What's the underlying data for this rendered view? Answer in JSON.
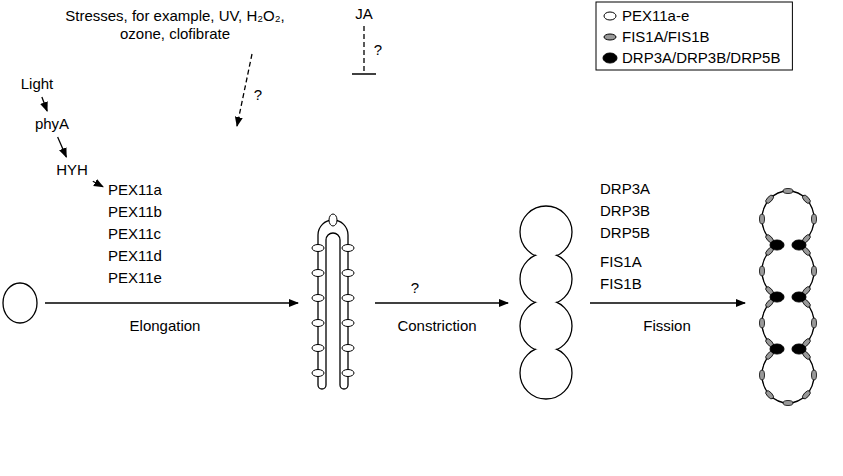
{
  "diagram": {
    "nodes": [
      {
        "text": [
          "Stresses, for example, UV, H₂O₂, ozone, clofibrate"
        ]
      },
      {
        "text": [
          "JA"
        ]
      },
      {
        "text": [
          "Light"
        ]
      },
      {
        "text": [
          "phyA"
        ]
      },
      {
        "text": [
          "HYH"
        ]
      },
      {
        "text": [
          "PEX11a",
          "PEX11b",
          "PEX11c",
          "PEX11d",
          "PEX11e"
        ]
      }
    ],
    "edges": [
      {
        "from": 2,
        "to": 3,
        "arrow": "to"
      },
      {
        "from": 3,
        "to": 4,
        "arrow": "to"
      },
      {
        "from": 4,
        "to": 5,
        "arrow": "to"
      }
    ],
    "labels": [
      "?",
      "?",
      "Elongation",
      "?",
      "Constriction",
      "DRP3A",
      "DRP3B",
      "DRP5B",
      "FIS1A",
      "FIS1B",
      "Fission"
    ],
    "legend": [
      {
        "text": "PEX11a-e"
      },
      {
        "text": "FIS1A/FIS1B"
      },
      {
        "text": "DRP3A/DRP3B/DRP5B"
      }
    ]
  }
}
